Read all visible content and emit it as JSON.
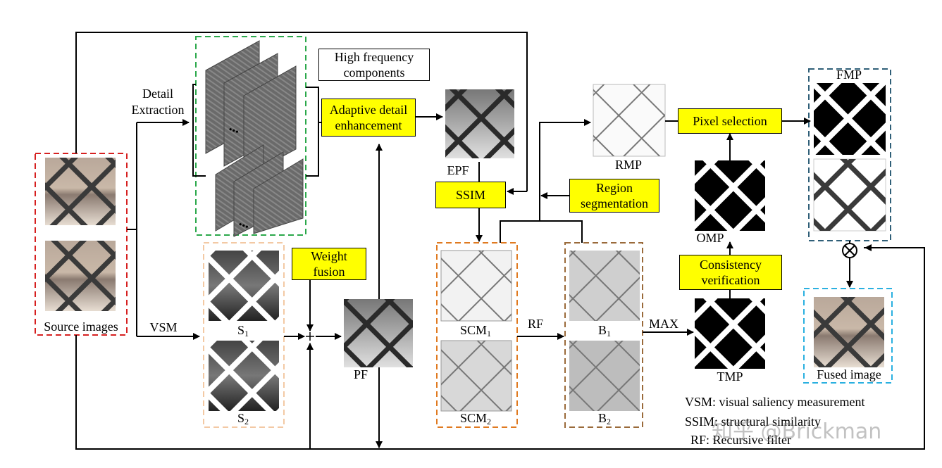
{
  "labels": {
    "detail_extraction_1": "Detail",
    "detail_extraction_2": "Extraction",
    "high_freq_1": "High frequency",
    "high_freq_2": "components",
    "adaptive_1": "Adaptive detail",
    "adaptive_2": "enhancement",
    "epf": "EPF",
    "ssim": "SSIM",
    "rmp": "RMP",
    "region_1": "Region",
    "region_2": "segmentation",
    "pixel_selection": "Pixel selection",
    "fmp": "FMP",
    "omp": "OMP",
    "consistency_1": "Consistency",
    "consistency_2": "verification",
    "tmp": "TMP",
    "max": "MAX",
    "rf": "RF",
    "weight_1": "Weight",
    "weight_2": "fusion",
    "pf": "PF",
    "vsm": "VSM",
    "source_images": "Source images",
    "fused_image": "Fused image",
    "s1": "S",
    "s1_sub": "1",
    "s2": "S",
    "s2_sub": "2",
    "scm1": "SCM",
    "scm1_sub": "1",
    "scm2": "SCM",
    "scm2_sub": "2",
    "b1": "B",
    "b1_sub": "1",
    "b2": "B",
    "b2_sub": "2",
    "dots": "•••"
  },
  "legend": {
    "vsm_def": "VSM: visual saliency measurement",
    "ssim_def": "SSIM: structural similarity",
    "rf_def": "RF: Recursive filter"
  },
  "watermark": "知乎 @Brickman",
  "colors": {
    "red_dash": "#d62020",
    "green_dash": "#2aa84a",
    "peach_dash": "#f3c9a4",
    "orange_dash": "#e07a20",
    "brown_dash": "#9a6a3a",
    "navy_dash": "#2f5f78",
    "cyan_dash": "#2ab0e0",
    "yellow_box": "#ffff00"
  }
}
